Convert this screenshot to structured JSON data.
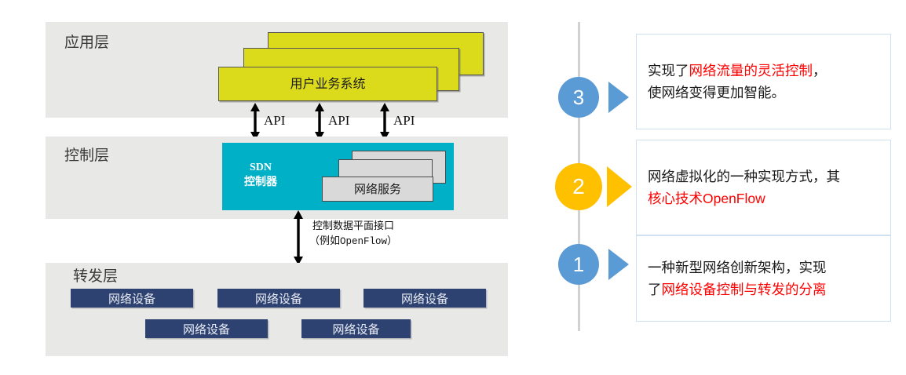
{
  "diagram": {
    "layers": [
      {
        "id": "application",
        "title": "应用层"
      },
      {
        "id": "control",
        "title": "控制层"
      },
      {
        "id": "forwarding",
        "title": "转发层"
      }
    ],
    "application_boxes": [
      {
        "label": ""
      },
      {
        "label": ""
      },
      {
        "label": "用户业务系统"
      }
    ],
    "api_arrows": [
      {
        "label": "API"
      },
      {
        "label": "API"
      },
      {
        "label": "API"
      }
    ],
    "controller": {
      "name_line1": "SDN",
      "name_line2": "控制器",
      "service_boxes": [
        {
          "label": ""
        },
        {
          "label": ""
        },
        {
          "label": "网络服务"
        }
      ]
    },
    "southbound": {
      "line1": "控制数据平面接口",
      "line2_open": "（例如",
      "line2_mono": "OpenFlow",
      "line2_close": "）"
    },
    "devices_row1": [
      {
        "label": "网络设备"
      },
      {
        "label": "网络设备"
      },
      {
        "label": "网络设备"
      }
    ],
    "devices_row2": [
      {
        "label": "网络设备"
      },
      {
        "label": "网络设备"
      }
    ],
    "colors": {
      "panel": "#e8e8e6",
      "application_box": "#dbdb1c",
      "controller": "#00b0c7",
      "service_box": "#d9d9d9",
      "device_box": "#2e4272"
    }
  },
  "points": [
    {
      "number": "3",
      "color": "#5b9bd5",
      "text_plain_1": "实现了",
      "text_highlight_1": "网络流量的灵活控制",
      "text_plain_2": "，",
      "text_plain_3": "使网络变得更加智能。"
    },
    {
      "number": "2",
      "color": "#ffc000",
      "text_plain_1": "网络虚拟化的一种实现方式，其",
      "text_highlight_1": "核心技术OpenFlow"
    },
    {
      "number": "1",
      "color": "#5b9bd5",
      "text_plain_1": "一种新型网络创新架构，实现",
      "text_plain_2": "了",
      "text_highlight_1": "网络设备控制与转发的分离"
    }
  ],
  "accent": {
    "highlight_color": "#ff0000",
    "blue": "#5b9bd5",
    "amber": "#ffc000",
    "spine": "#d2d2d2"
  }
}
